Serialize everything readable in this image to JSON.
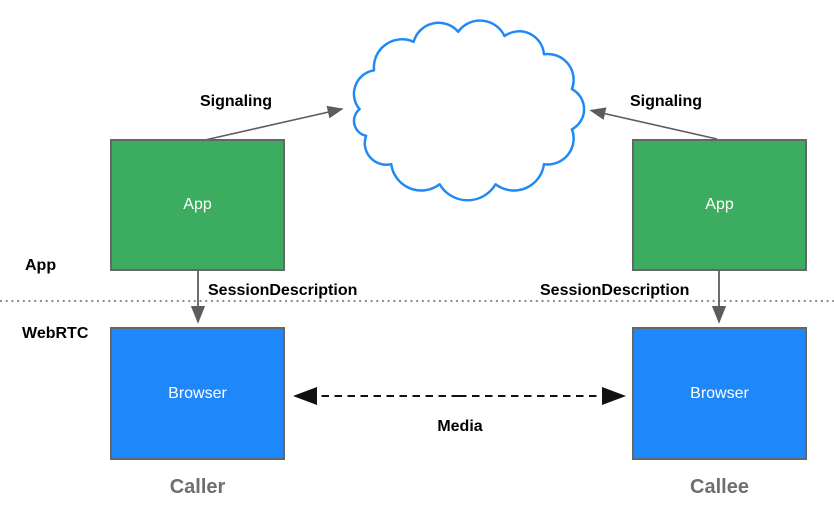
{
  "diagram_type": "webrtc-signaling-architecture",
  "labels": {
    "signaling_left": "Signaling",
    "signaling_right": "Signaling",
    "session_description_left": "SessionDescription",
    "session_description_right": "SessionDescription",
    "media": "Media",
    "layer_app": "App",
    "layer_webrtc": "WebRTC"
  },
  "nodes": {
    "app_left": {
      "label": "App"
    },
    "app_right": {
      "label": "App"
    },
    "browser_left": {
      "label": "Browser"
    },
    "browser_right": {
      "label": "Browser"
    },
    "cloud": {
      "name": "signaling-server-cloud"
    }
  },
  "endpoints": {
    "caller": "Caller",
    "callee": "Callee"
  },
  "colors": {
    "green_fill": "#3BAC60",
    "blue_fill": "#1E87FA",
    "cloud_stroke": "#2089F8",
    "box_border": "#666666",
    "arrow_gray": "#5c5c5c",
    "media_black": "#111111",
    "dotted_gray": "#8a8a8a",
    "endpoint_gray": "#6f6f6f",
    "label_black": "#000000"
  }
}
